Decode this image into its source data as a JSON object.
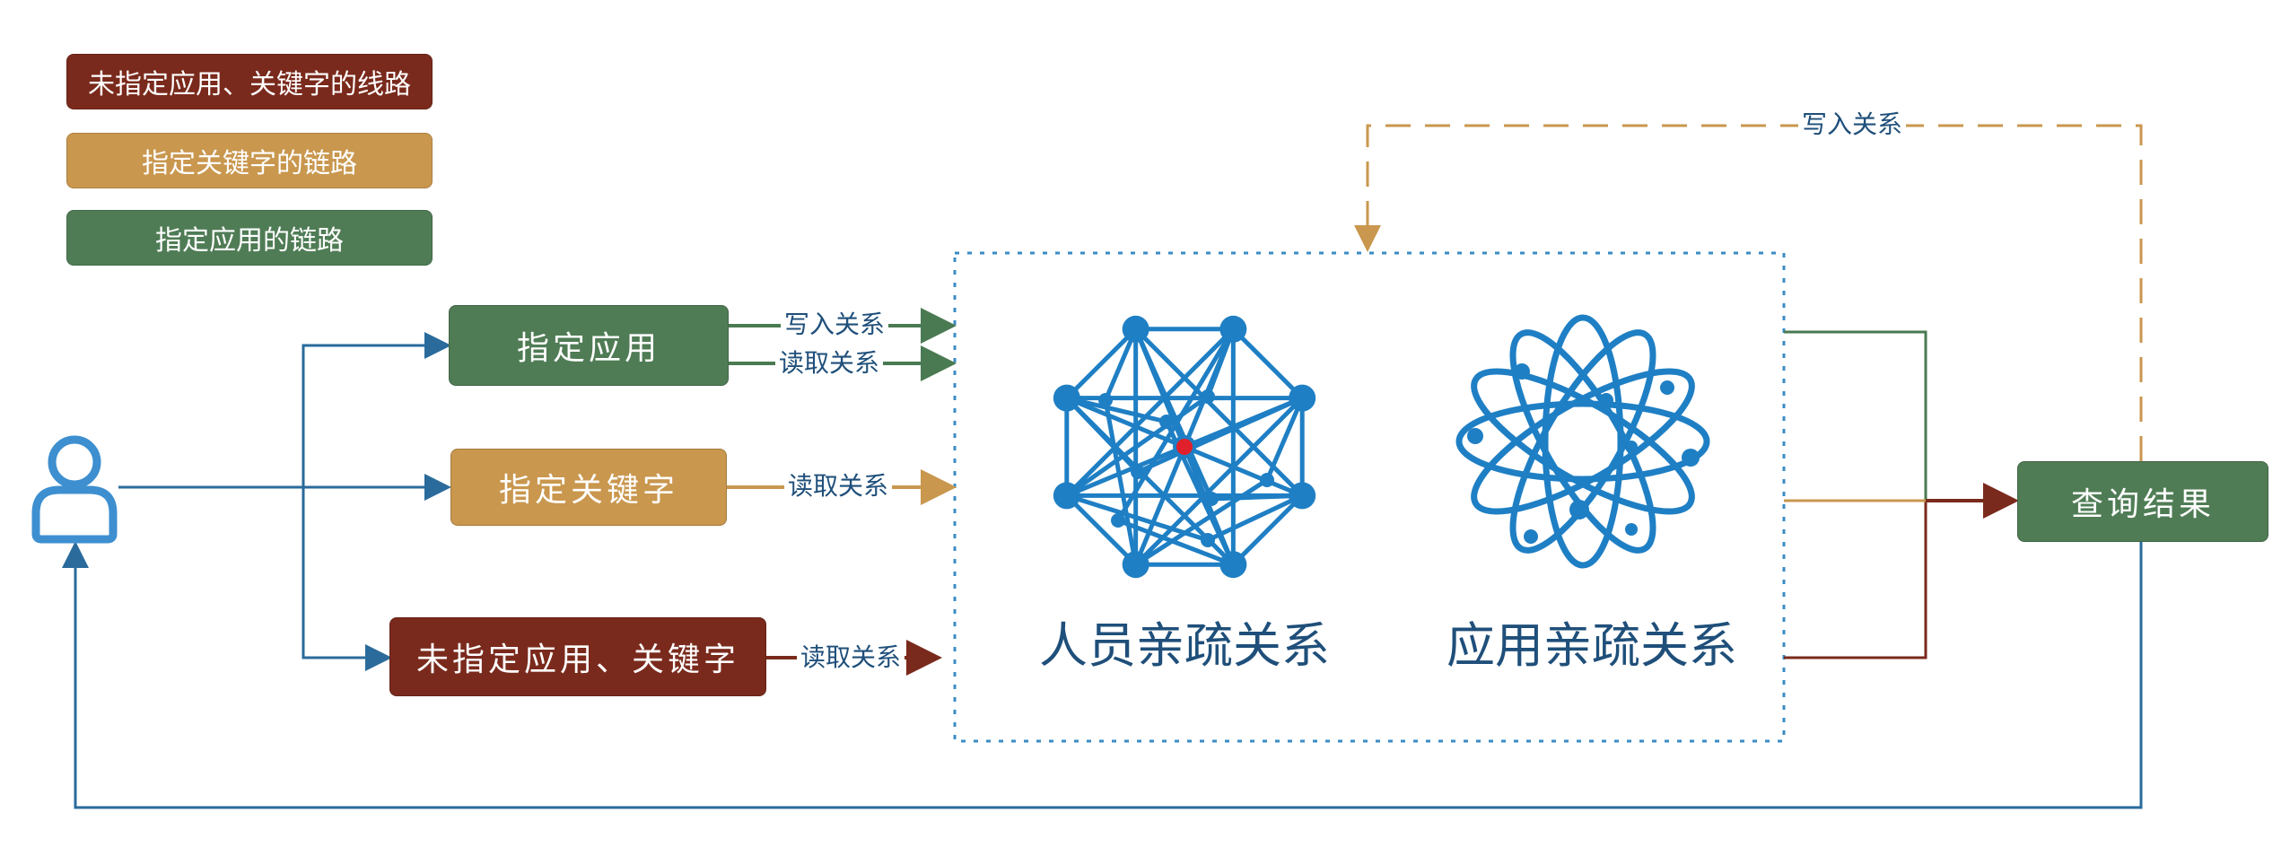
{
  "colors": {
    "red": "#7a2a1c",
    "tan": "#c9974e",
    "green": "#4f7c55",
    "blue": "#2a6b9c",
    "icon_blue": "#1f7fc4",
    "node_red": "#e0202a",
    "label_text": "#1f4f7a"
  },
  "legend": {
    "unspecified": "未指定应用、关键字的线路",
    "keyword": "指定关键字的链路",
    "app": "指定应用的链路"
  },
  "nodes": {
    "specified_app": "指定应用",
    "specified_keyword": "指定关键字",
    "unspecified": "未指定应用、关键字",
    "query_result": "查询结果"
  },
  "arrow_labels": {
    "app_write": "写入关系",
    "app_read": "读取关系",
    "keyword_read": "读取关系",
    "unspecified_read": "读取关系",
    "feedback_write": "写入关系"
  },
  "graphs": {
    "people": "人员亲疏关系",
    "apps": "应用亲疏关系"
  },
  "icons": {
    "user": "user-icon",
    "network": "network-graph-icon",
    "orbit": "atom-orbit-icon"
  }
}
